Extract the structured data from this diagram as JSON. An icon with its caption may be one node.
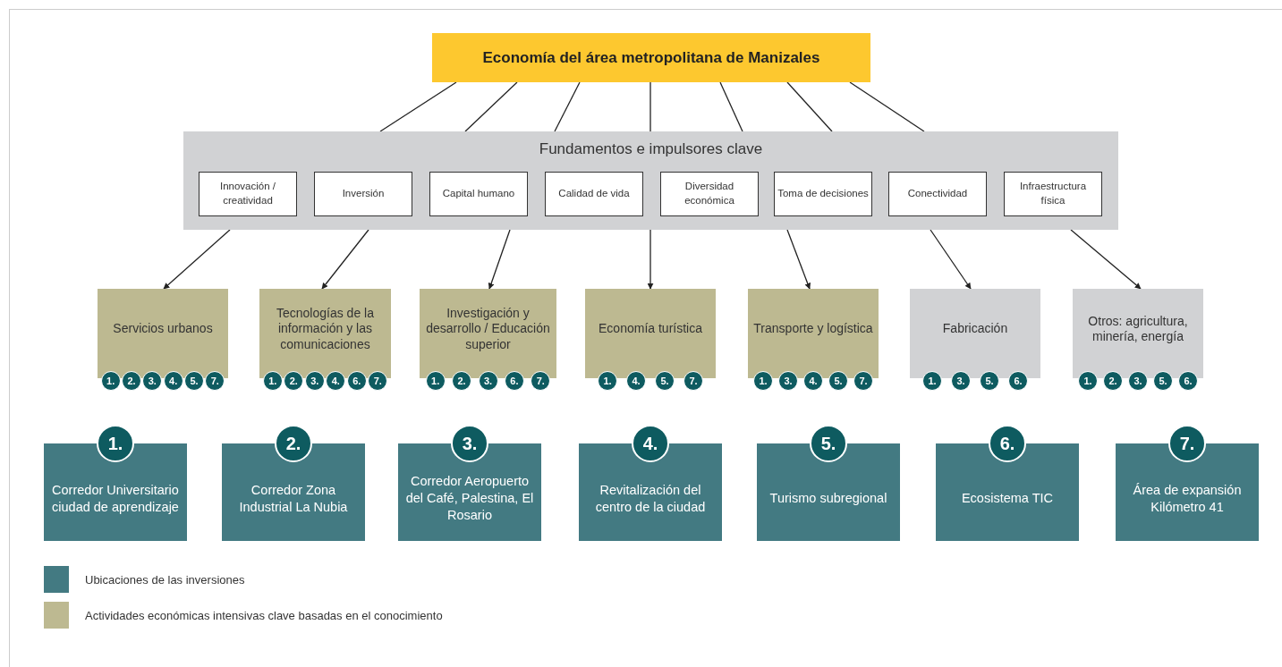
{
  "diagram": {
    "nodes": [
      {
        "text": [
          "Economía del área metropolitana de Manizales"
        ]
      },
      {
        "text": [
          "Fundamentos e impulsores clave"
        ]
      },
      {
        "text": [
          "Innovación / creatividad"
        ],
        "in": 1
      },
      {
        "text": [
          "Inversión"
        ],
        "in": 1
      },
      {
        "text": [
          "Capital humano"
        ],
        "in": 1
      },
      {
        "text": [
          "Calidad de vida"
        ],
        "in": 1
      },
      {
        "text": [
          "Diversidad económica"
        ],
        "in": 1
      },
      {
        "text": [
          "Toma de decisiones"
        ],
        "in": 1
      },
      {
        "text": [
          "Conectividad"
        ],
        "in": 1
      },
      {
        "text": [
          "Infraestructura física"
        ],
        "in": 1
      },
      {
        "text": [
          "Servicios urbanos"
        ]
      },
      {
        "text": [
          "Tecnologías de la información y las comunicaciones"
        ]
      },
      {
        "text": [
          "Investigación y desarrollo / Educación superior"
        ]
      },
      {
        "text": [
          "Economía turística"
        ]
      },
      {
        "text": [
          "Transporte y logística"
        ]
      },
      {
        "text": [
          "Fabricación"
        ]
      },
      {
        "text": [
          "Otros: agricultura, minería, energía"
        ]
      },
      {
        "text": [
          "1."
        ]
      },
      {
        "text": [
          "2."
        ]
      },
      {
        "text": [
          "3."
        ]
      },
      {
        "text": [
          "4."
        ]
      },
      {
        "text": [
          "5."
        ]
      },
      {
        "text": [
          "7."
        ]
      },
      {
        "text": [
          "1."
        ]
      },
      {
        "text": [
          "2."
        ]
      },
      {
        "text": [
          "3."
        ]
      },
      {
        "text": [
          "4."
        ]
      },
      {
        "text": [
          "6."
        ]
      },
      {
        "text": [
          "7."
        ]
      },
      {
        "text": [
          "1."
        ]
      },
      {
        "text": [
          "2."
        ]
      },
      {
        "text": [
          "3."
        ]
      },
      {
        "text": [
          "6."
        ]
      },
      {
        "text": [
          "7."
        ]
      },
      {
        "text": [
          "1."
        ]
      },
      {
        "text": [
          "4."
        ]
      },
      {
        "text": [
          "5."
        ]
      },
      {
        "text": [
          "7."
        ]
      },
      {
        "text": [
          "1."
        ]
      },
      {
        "text": [
          "3."
        ]
      },
      {
        "text": [
          "4."
        ]
      },
      {
        "text": [
          "5."
        ]
      },
      {
        "text": [
          "7."
        ]
      },
      {
        "text": [
          "1."
        ]
      },
      {
        "text": [
          "3."
        ]
      },
      {
        "text": [
          "5."
        ]
      },
      {
        "text": [
          "6."
        ]
      },
      {
        "text": [
          "1."
        ]
      },
      {
        "text": [
          "2."
        ]
      },
      {
        "text": [
          "3."
        ]
      },
      {
        "text": [
          "5."
        ]
      },
      {
        "text": [
          "6."
        ]
      },
      {
        "text": [
          "1.",
          "Corredor Universitario ciudad de aprendizaje"
        ]
      },
      {
        "text": [
          "2.",
          "Corredor Zona Industrial La Nubia"
        ]
      },
      {
        "text": [
          "3.",
          "Corredor Aeropuerto del Café, Palestina, El Rosario"
        ]
      },
      {
        "text": [
          "4.",
          "Revitalización del centro de la ciudad"
        ]
      },
      {
        "text": [
          "5.",
          "Turismo subregional"
        ]
      },
      {
        "text": [
          "6.",
          "Ecosistema TIC"
        ]
      },
      {
        "text": [
          "7.",
          "Área de expansión Kilómetro 41"
        ]
      }
    ],
    "edges": [
      {
        "from": 0,
        "to": 1,
        "arrow": "none"
      },
      {
        "from": 0,
        "to": 1,
        "arrow": "none"
      },
      {
        "from": 0,
        "to": 1,
        "arrow": "none"
      },
      {
        "from": 0,
        "to": 1,
        "arrow": "none"
      },
      {
        "from": 0,
        "to": 1,
        "arrow": "none"
      },
      {
        "from": 0,
        "to": 1,
        "arrow": "none"
      },
      {
        "from": 0,
        "to": 1,
        "arrow": "none"
      },
      {
        "from": 1,
        "to": 10,
        "arrow": "to"
      },
      {
        "from": 1,
        "to": 11,
        "arrow": "to"
      },
      {
        "from": 1,
        "to": 12,
        "arrow": "to"
      },
      {
        "from": 1,
        "to": 13,
        "arrow": "to"
      },
      {
        "from": 1,
        "to": 14,
        "arrow": "to"
      },
      {
        "from": 1,
        "to": 15,
        "arrow": "to"
      },
      {
        "from": 1,
        "to": 16,
        "arrow": "to"
      }
    ],
    "legend": [
      {
        "text": "Ubicaciones de las inversiones",
        "color": "#437a82"
      },
      {
        "text": "Actividades económicas intensivas clave basadas en el conocimiento",
        "color": "#bdb991"
      }
    ]
  }
}
